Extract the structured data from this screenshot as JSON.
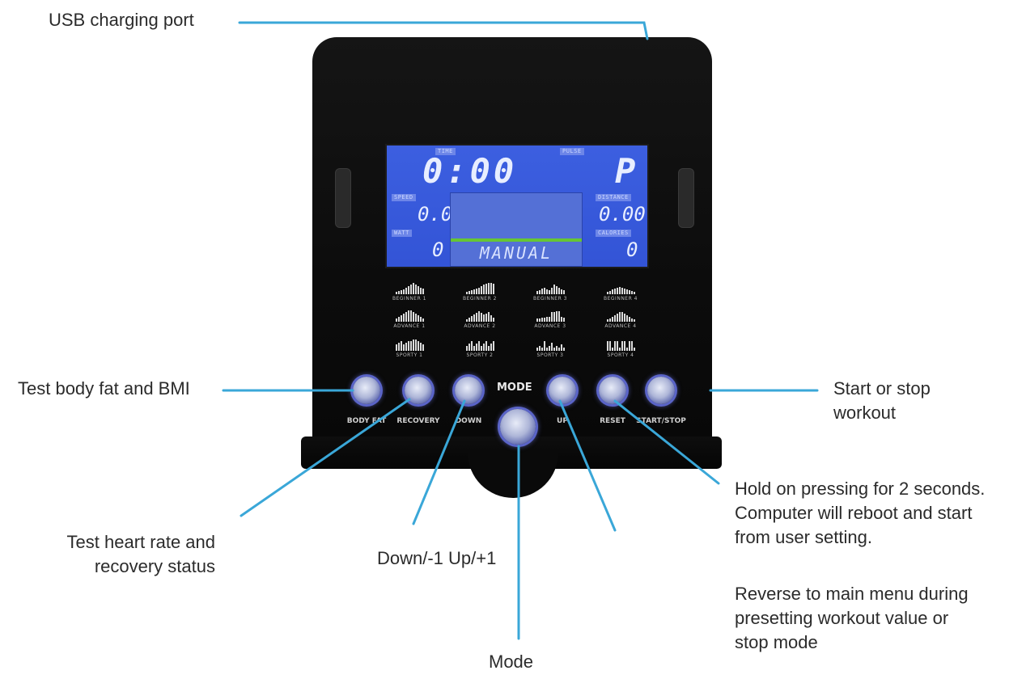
{
  "callouts": {
    "usb": "USB charging port",
    "body_fat": "Test body fat and BMI",
    "heart_rate": [
      "Test heart rate and",
      "recovery status"
    ],
    "down_up": "Down/-1 Up/+1",
    "mode": "Mode",
    "start_stop": [
      "Start or stop",
      "workout"
    ],
    "reset": [
      "Hold on pressing for 2 seconds.",
      "Computer will reboot and start",
      "from user setting."
    ],
    "reverse": [
      "Reverse to main menu during",
      "presetting workout value or",
      "stop mode"
    ]
  },
  "lcd": {
    "time_tag": "TIME",
    "pulse_tag": "PULSE",
    "time": "0:00",
    "pulse": "P",
    "speed_tag": "SPEED",
    "speed": "0.0",
    "watt_tag": "WATT",
    "watt": "0",
    "distance_tag": "DISTANCE",
    "distance": "0.00",
    "calories_tag": "CALORIES",
    "calories": "0",
    "program": "MANUAL"
  },
  "programs": [
    {
      "label": "BEGINNER 1"
    },
    {
      "label": "BEGINNER 2"
    },
    {
      "label": "BEGINNER 3"
    },
    {
      "label": "BEGINNER 4"
    },
    {
      "label": "ADVANCE 1"
    },
    {
      "label": "ADVANCE 2"
    },
    {
      "label": "ADVANCE 3"
    },
    {
      "label": "ADVANCE 4"
    },
    {
      "label": "SPORTY 1"
    },
    {
      "label": "SPORTY 2"
    },
    {
      "label": "SPORTY 3"
    },
    {
      "label": "SPORTY 4"
    }
  ],
  "buttons": {
    "body_fat": "BODY FAT",
    "recovery": "RECOVERY",
    "down": "DOWN",
    "mode": "MODE",
    "up": "UP",
    "reset": "RESET",
    "start_stop": "START/STOP"
  },
  "colors": {
    "leader": "#3aa7d8",
    "lcd": "#3557d8",
    "button_glow": "#5a64c8"
  }
}
